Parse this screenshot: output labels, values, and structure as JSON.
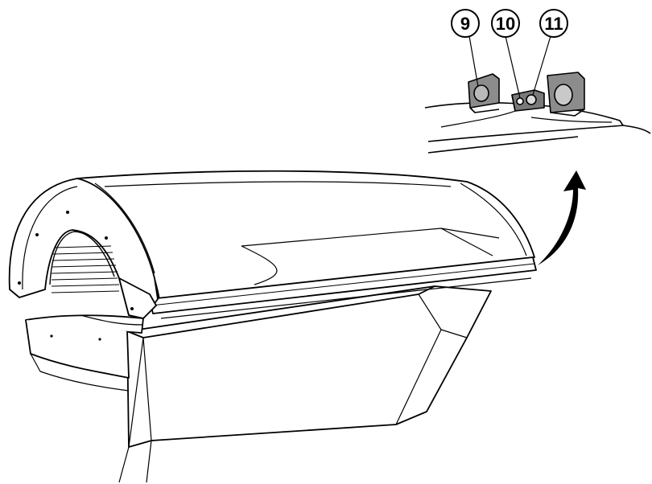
{
  "callouts": [
    {
      "id": "9",
      "label": "9"
    },
    {
      "id": "10",
      "label": "10"
    },
    {
      "id": "11",
      "label": "11"
    }
  ],
  "colors": {
    "line": "#000000",
    "background": "#ffffff",
    "component_fill": "#8c8c8c",
    "component_shade": "#6e6e6e"
  },
  "icons": {
    "arrow": "curved-arrow-up-icon"
  }
}
